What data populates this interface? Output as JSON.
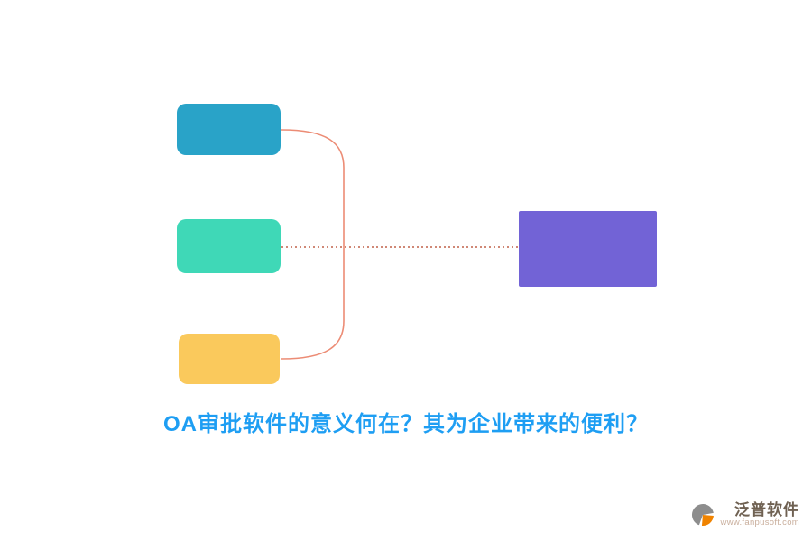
{
  "title": {
    "text": "OA审批软件的意义何在？其为企业带来的便利？",
    "color": "#1E9EF3"
  },
  "diagram": {
    "branch_nodes": [
      {
        "id": "top",
        "color": "#29A3C8"
      },
      {
        "id": "middle",
        "color": "#3FD8B7"
      },
      {
        "id": "bottom",
        "color": "#FAC95C"
      }
    ],
    "root_node": {
      "color": "#7263D6"
    },
    "bracket_color": "#EC8C75",
    "dotted_link_color": "#C06048"
  },
  "footer": {
    "brand": "泛普软件",
    "url": "www.fanpusoft.com",
    "brand_color": "#6F6152",
    "url_color": "#C9AE9C",
    "icon_gray": "#8D8D8D",
    "icon_orange": "#F08300"
  }
}
